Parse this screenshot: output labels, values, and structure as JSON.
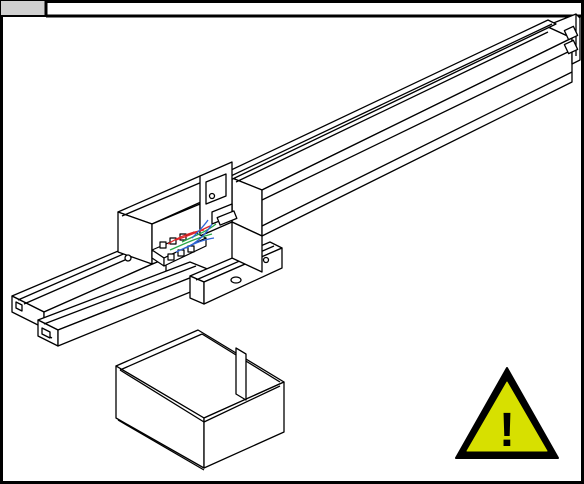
{
  "figure": {
    "step_tab": "",
    "parts": [
      {
        "name": "track-profile",
        "label": ""
      },
      {
        "name": "connector-housing",
        "label": ""
      },
      {
        "name": "wiring-terminal",
        "label": ""
      },
      {
        "name": "end-cover",
        "label": ""
      }
    ],
    "warning": {
      "symbol": "!",
      "icon": "warning-triangle-icon"
    },
    "colors": {
      "line": "#000000",
      "background": "#ffffff",
      "warning_fill": "#d7e000",
      "wire_red": "#e0282a",
      "wire_green": "#2aa84a",
      "wire_blue": "#2f66d6"
    }
  }
}
